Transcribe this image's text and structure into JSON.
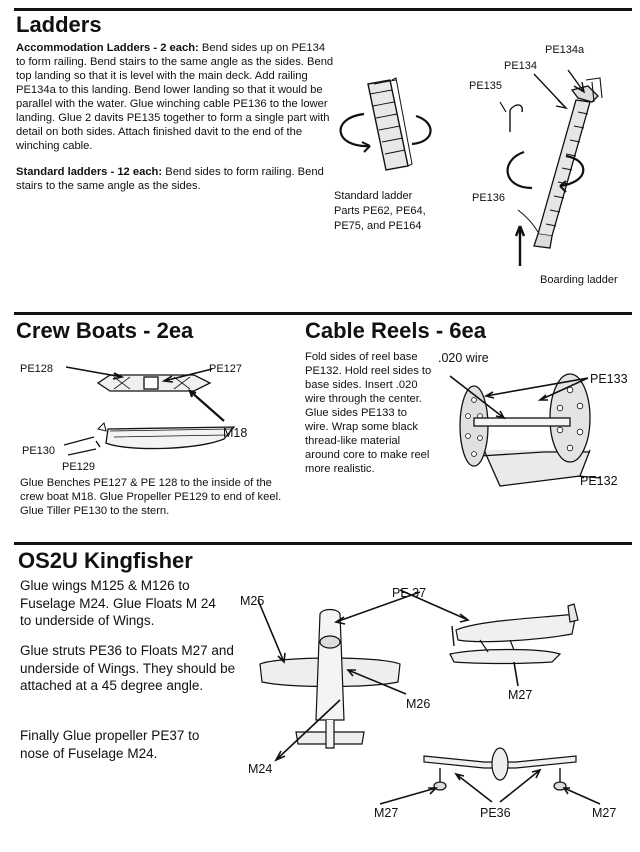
{
  "ladders": {
    "title": "Ladders",
    "accom_heading": "Accommodation Ladders - 2 each:",
    "accom_text": "Bend sides up on PE134 to form railing. Bend stairs to the same angle as the sides. Bend top landing so that it is level with the main deck. Add railing PE134a to this landing. Bend lower landing so that it would be parallel with the water. Glue winching cable PE136 to the lower landing. Glue 2 davits PE135 together to form a single part with detail on both sides. Attach finished davit to the end of the winching cable.",
    "standard_heading": "Standard ladders - 12 each:",
    "standard_text": "Bend sides to form railing. Bend stairs to the same angle as the sides.",
    "standard_caption": [
      "Standard ladder",
      "Parts PE62, PE64,",
      "PE75, and PE164"
    ],
    "labels": {
      "pe134a": "PE134a",
      "pe134": "PE134",
      "pe135": "PE135",
      "pe136": "PE136"
    },
    "boarding_caption": "Boarding ladder"
  },
  "crew_boats": {
    "title": "Crew Boats - 2ea",
    "labels": {
      "pe128": "PE128",
      "pe127": "PE127",
      "m18": "M18",
      "pe130": "PE130",
      "pe129": "PE129"
    },
    "text": "Glue Benches PE127 & PE 128 to the inside of the crew boat M18. Glue Propeller PE129 to end of keel. Glue Tiller PE130 to the stern."
  },
  "cable_reels": {
    "title": "Cable Reels - 6ea",
    "text": "Fold sides of reel base PE132. Hold reel sides to base sides. Insert .020 wire through the center. Glue sides PE133 to wire. Wrap some black thread-like material around core to make reel more realistic.",
    "labels": {
      "wire": ".020 wire",
      "pe133": "PE133",
      "pe132": "PE132"
    }
  },
  "kingfisher": {
    "title": "OS2U Kingfisher",
    "para1": "Glue wings M125 & M126 to Fuselage M24. Glue Floats M 24 to underside of Wings.",
    "para2": "Glue struts PE36 to Floats M27 and underside of Wings. They should be attached at a 45 degree angle.",
    "para3": "Finally Glue propeller PE37 to nose of Fuselage M24.",
    "labels": {
      "m25": "M25",
      "pe37": "PE 37",
      "m26": "M26",
      "m27_side": "M27",
      "m24": "M24",
      "m27_left": "M27",
      "pe36": "PE36",
      "m27_right": "M27"
    }
  }
}
